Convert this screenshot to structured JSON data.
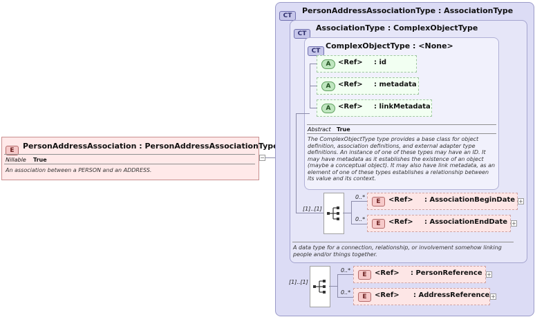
{
  "root": {
    "badge": "E",
    "name": "PersonAddressAssociation",
    "type": " : PersonAddressAssociationType",
    "prop_label": "Nillable",
    "prop_value": "True",
    "doc": "An association between a PERSON and an ADDRESS."
  },
  "outer_ct": {
    "badge": "CT",
    "title": "PersonAddressAssociationType : AssociationType",
    "sequence_occ": "[1]..[1]",
    "elements": [
      {
        "occ": "0..*",
        "badge": "E",
        "ref": "<Ref>",
        "name": ": PersonReference"
      },
      {
        "occ": "0..*",
        "badge": "E",
        "ref": "<Ref>",
        "name": ": AddressReference"
      }
    ]
  },
  "mid_ct": {
    "badge": "CT",
    "title": "AssociationType : ComplexObjectType",
    "sequence_occ": "[1]..[1]",
    "elements": [
      {
        "occ": "0..*",
        "badge": "E",
        "ref": "<Ref>",
        "name": ": AssociationBeginDate"
      },
      {
        "occ": "0..*",
        "badge": "E",
        "ref": "<Ref>",
        "name": ": AssociationEndDate"
      }
    ],
    "doc": "A data type for a connection, relationship, or involvement somehow linking people and/or things together."
  },
  "inner_ct": {
    "badge": "CT",
    "title": "ComplexObjectType : <None>",
    "attributes": [
      {
        "badge": "A",
        "ref": "<Ref>",
        "name": ": id"
      },
      {
        "badge": "A",
        "ref": "<Ref>",
        "name": ": metadata"
      },
      {
        "badge": "A",
        "ref": "<Ref>",
        "name": ": linkMetadata"
      }
    ],
    "prop_label": "Abstract",
    "prop_value": "True",
    "doc": "The ComplexObjectType type provides a base class for object definition, association definitions, and external adapter type definitions. An instance of one of these types may have an ID. It may have metadata as it establishes the existence of an object (maybe a conceptual object). It may also have link metadata, as an element of one of these types establishes a relationship between its value and its context."
  },
  "expand_symbol": "+",
  "collapse_symbol": "−"
}
